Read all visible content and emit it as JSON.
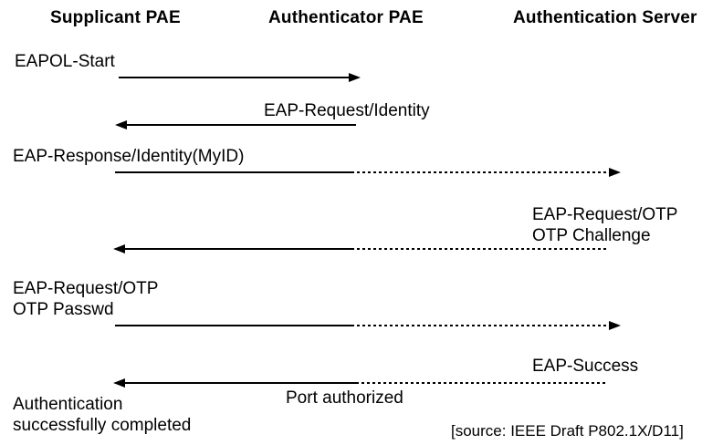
{
  "colors": {
    "text": "#000000",
    "background": "#ffffff"
  },
  "diagram": {
    "columns": [
      {
        "label": "Supplicant PAE"
      },
      {
        "label": "Authenticator PAE"
      },
      {
        "label": "Authentication Server"
      }
    ],
    "messages": [
      {
        "label": "EAPOL-Start",
        "from": "Supplicant PAE",
        "to": "Authenticator PAE",
        "line": "solid",
        "direction": "right"
      },
      {
        "label": "EAP-Request/Identity",
        "from": "Authenticator PAE",
        "to": "Supplicant PAE",
        "line": "solid",
        "direction": "left"
      },
      {
        "label": "EAP-Response/Identity(MyID)",
        "from": "Supplicant PAE",
        "to": "Authentication Server",
        "line": "solid-then-dotted",
        "direction": "right"
      },
      {
        "label": "EAP-Request/OTP",
        "label2": "OTP Challenge",
        "from": "Authentication Server",
        "to": "Supplicant PAE",
        "line": "dotted-then-solid",
        "direction": "left"
      },
      {
        "label": "EAP-Request/OTP",
        "label2": "OTP Passwd",
        "from": "Supplicant PAE",
        "to": "Authentication Server",
        "line": "solid-then-dotted",
        "direction": "right"
      },
      {
        "label": "EAP-Success",
        "from": "Authentication Server",
        "to": "Supplicant PAE",
        "line": "dotted-then-solid",
        "direction": "left"
      }
    ],
    "annotations": {
      "port_status": "Port authorized",
      "completion_line1": "Authentication",
      "completion_line2": "successfully completed",
      "source": "[source: IEEE Draft P802.1X/D11]"
    }
  }
}
